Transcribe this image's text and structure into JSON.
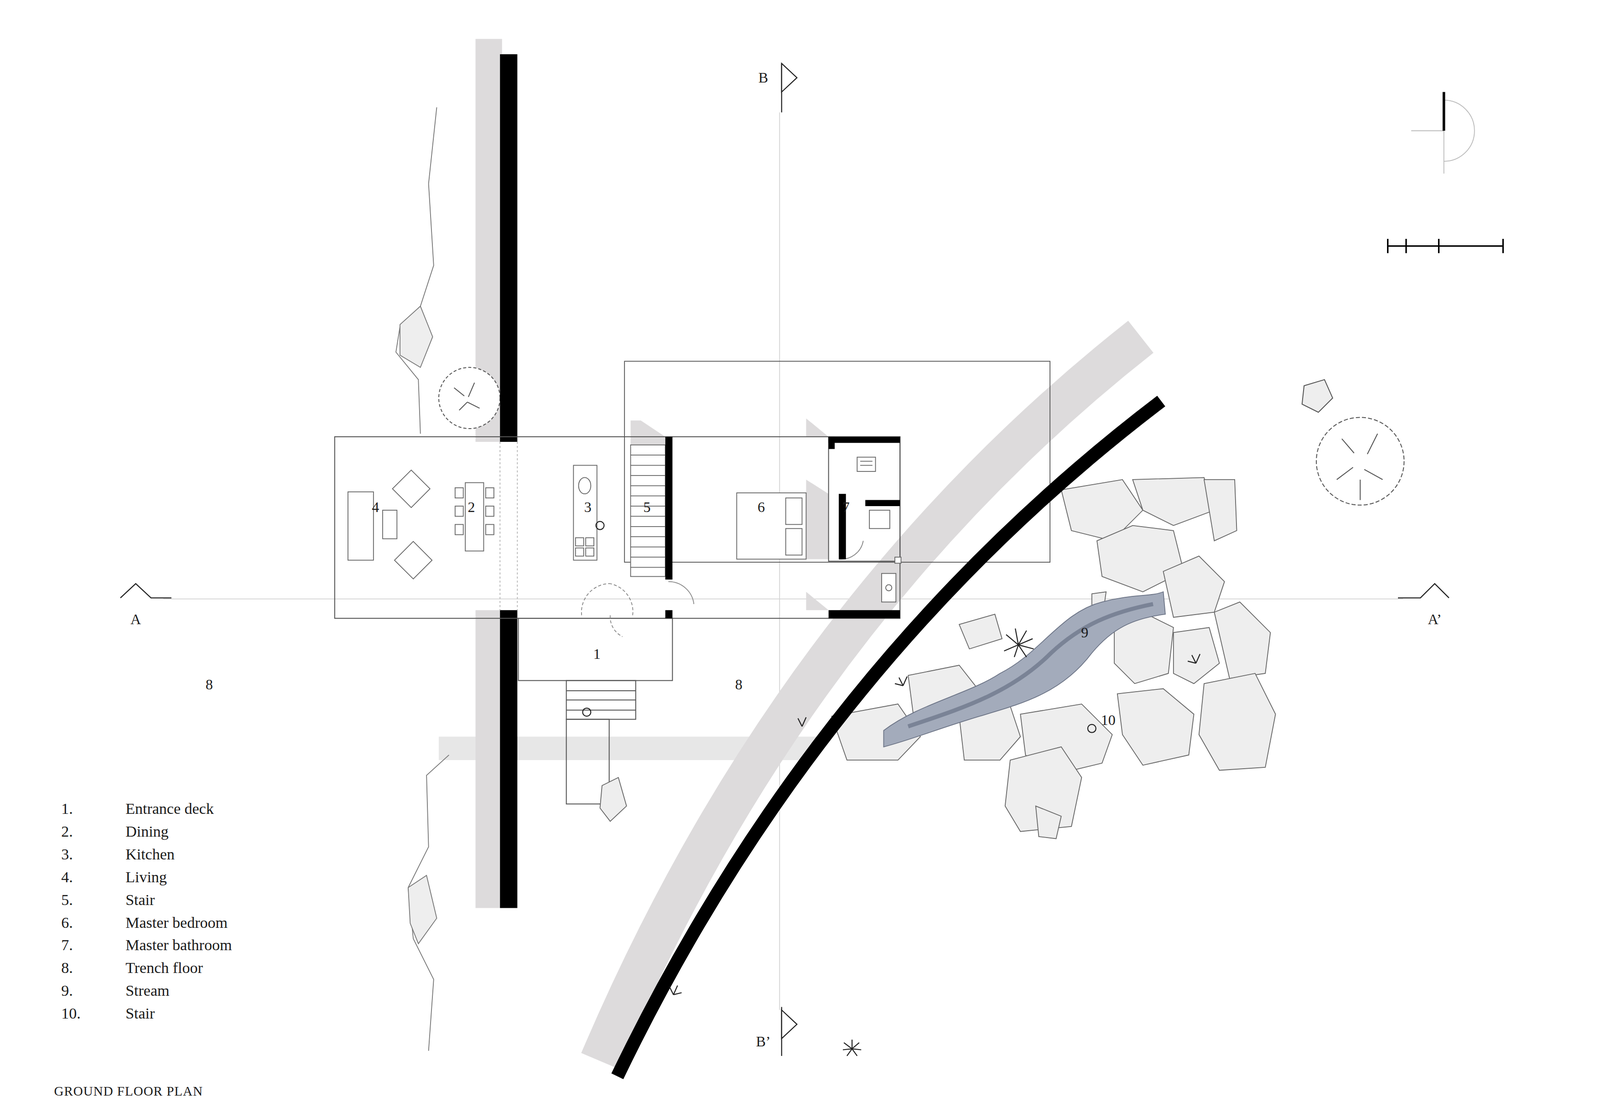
{
  "diagram": {
    "title": "GROUND FLOOR PLAN",
    "labels": [
      "4",
      "2",
      "3",
      "5",
      "6",
      "7",
      "1",
      "8",
      "8",
      "9",
      "10",
      "A",
      "A’",
      "B",
      "B’",
      "1.",
      "Entrance deck",
      "2.",
      "Dining",
      "3.",
      "Kitchen",
      "4.",
      "Living",
      "5.",
      "Stair",
      "6.",
      "Master bedroom",
      "7.",
      "Master bathroom",
      "8.",
      "Trench floor",
      "9.",
      "Stream",
      "10.",
      "Stair"
    ]
  }
}
